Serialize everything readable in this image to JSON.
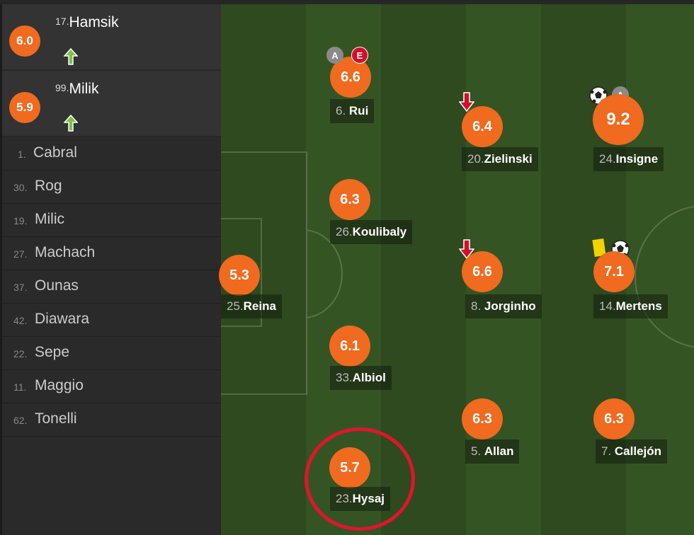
{
  "substitutes_on": [
    {
      "rating": "6.0",
      "number": "17.",
      "name": "Hamsik",
      "icon": "sub-on-arrow-icon"
    },
    {
      "rating": "5.9",
      "number": "99.",
      "name": "Milik",
      "icon": "sub-on-arrow-icon"
    }
  ],
  "bench": [
    {
      "number": "1.",
      "name": "Cabral"
    },
    {
      "number": "30.",
      "name": "Rog"
    },
    {
      "number": "19.",
      "name": "Milic"
    },
    {
      "number": "27.",
      "name": "Machach"
    },
    {
      "number": "37.",
      "name": "Ounas"
    },
    {
      "number": "42.",
      "name": "Diawara"
    },
    {
      "number": "22.",
      "name": "Sepe"
    },
    {
      "number": "11.",
      "name": "Maggio"
    },
    {
      "number": "62.",
      "name": "Tonelli"
    }
  ],
  "players": {
    "reina": {
      "rating": "5.3",
      "number": "25.",
      "name": "Reina"
    },
    "rui": {
      "rating": "6.6",
      "number": "6. ",
      "name": "Rui",
      "badges": [
        "A",
        "E"
      ]
    },
    "koulibaly": {
      "rating": "6.3",
      "number": "26.",
      "name": "Koulibaly"
    },
    "albiol": {
      "rating": "6.1",
      "number": "33.",
      "name": "Albiol"
    },
    "hysaj": {
      "rating": "5.7",
      "number": "23.",
      "name": "Hysaj"
    },
    "zielinski": {
      "rating": "6.4",
      "number": "20.",
      "name": "Zielinski",
      "icon": "sub-off-arrow-icon"
    },
    "jorginho": {
      "rating": "6.6",
      "number": "8. ",
      "name": "Jorginho",
      "icon": "sub-off-arrow-icon"
    },
    "allan": {
      "rating": "6.3",
      "number": "5. ",
      "name": "Allan"
    },
    "insigne": {
      "rating": "9.2",
      "number": "24.",
      "name": "Insigne",
      "badges": [
        "A"
      ],
      "icon": "goal-ball-icon"
    },
    "mertens": {
      "rating": "7.1",
      "number": "14.",
      "name": "Mertens",
      "icons": [
        "yellow-card-icon",
        "goal-ball-icon"
      ]
    },
    "callejon": {
      "rating": "6.3",
      "number": "7. ",
      "name": "Callejón"
    }
  },
  "colors": {
    "rating_bg": "#f06a1f",
    "highlight_circle": "#e0152d",
    "sub_on_arrow": "#7cc243",
    "sub_off_arrow": "#d3102a",
    "yellow_card": "#f2d200"
  }
}
